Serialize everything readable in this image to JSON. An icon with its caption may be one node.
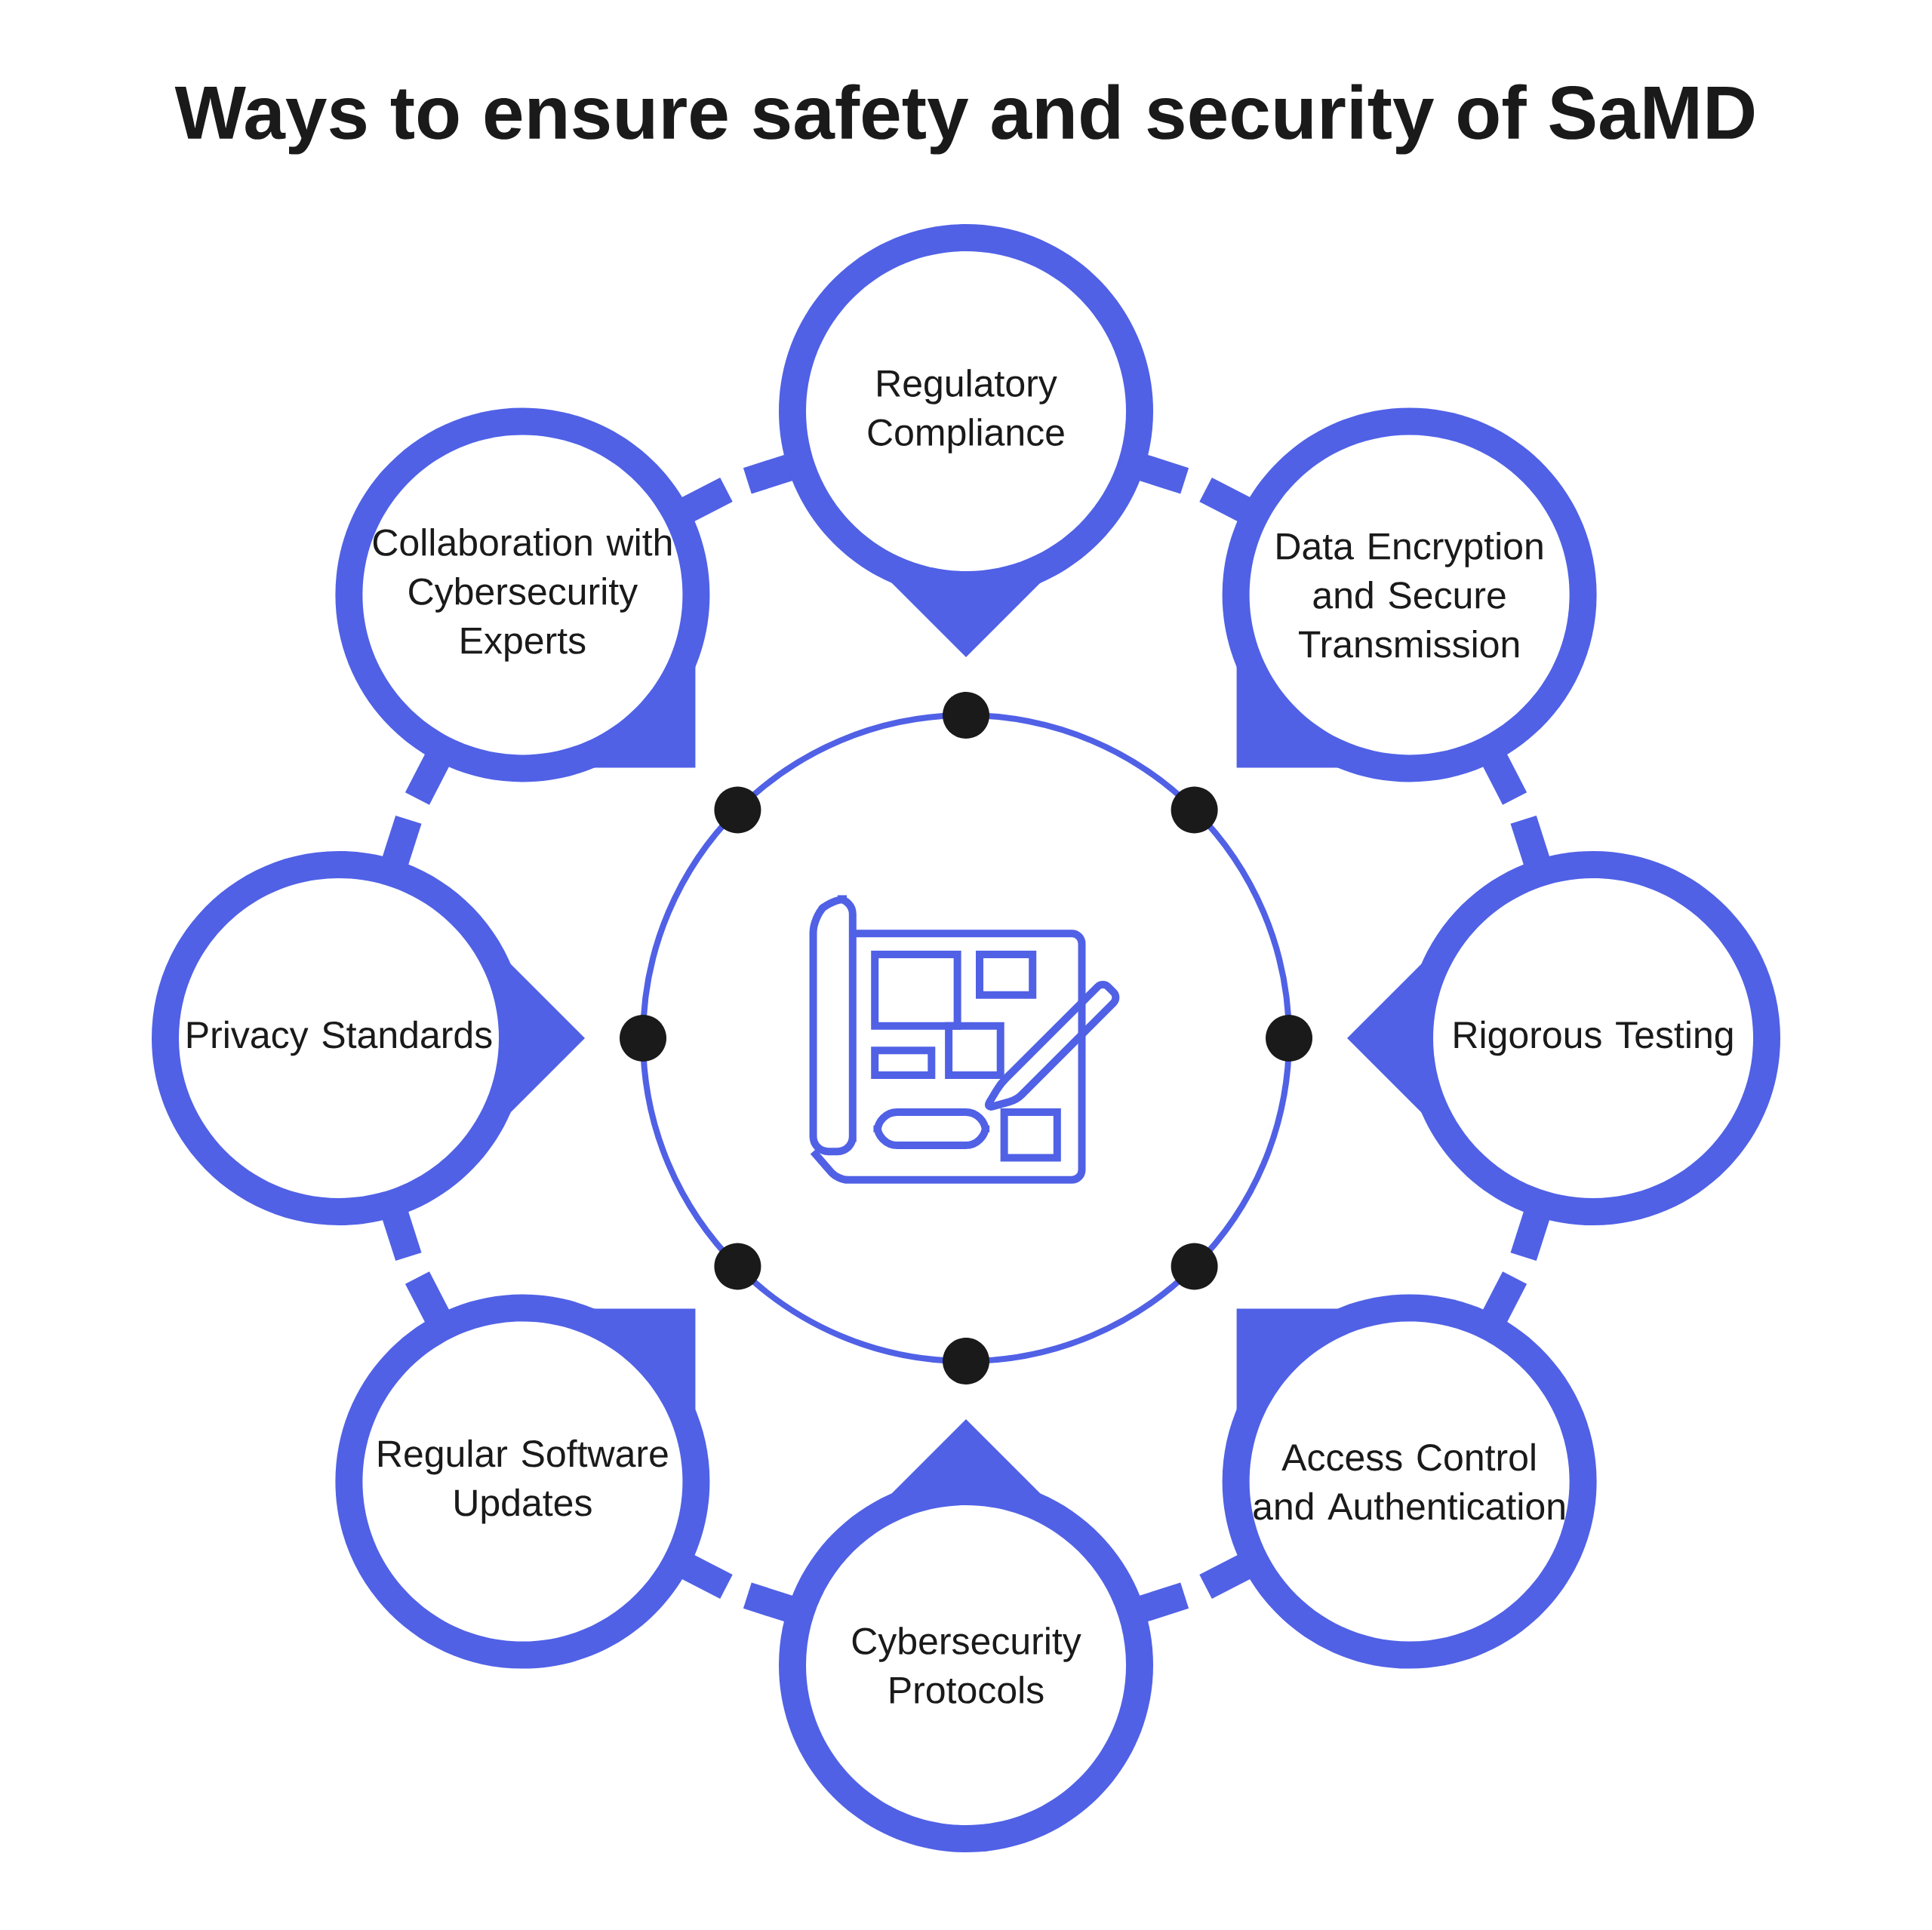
{
  "diagram": {
    "title": "Ways to ensure safety and security of SaMD",
    "nodes": [
      {
        "text": [
          "Regulatory Compliance"
        ]
      },
      {
        "text": [
          "Collaboration with Cybersecurity Experts"
        ]
      },
      {
        "text": [
          "Data Encryption and Secure Transmission"
        ]
      },
      {
        "text": [
          "Privacy Standards"
        ]
      },
      {
        "text": [
          "Rigorous Testing"
        ]
      },
      {
        "text": [
          "Regular Software Updates"
        ]
      },
      {
        "text": [
          "Access Control and Authentication"
        ]
      },
      {
        "text": [
          "Cybersecurity Protocols"
        ]
      }
    ]
  }
}
